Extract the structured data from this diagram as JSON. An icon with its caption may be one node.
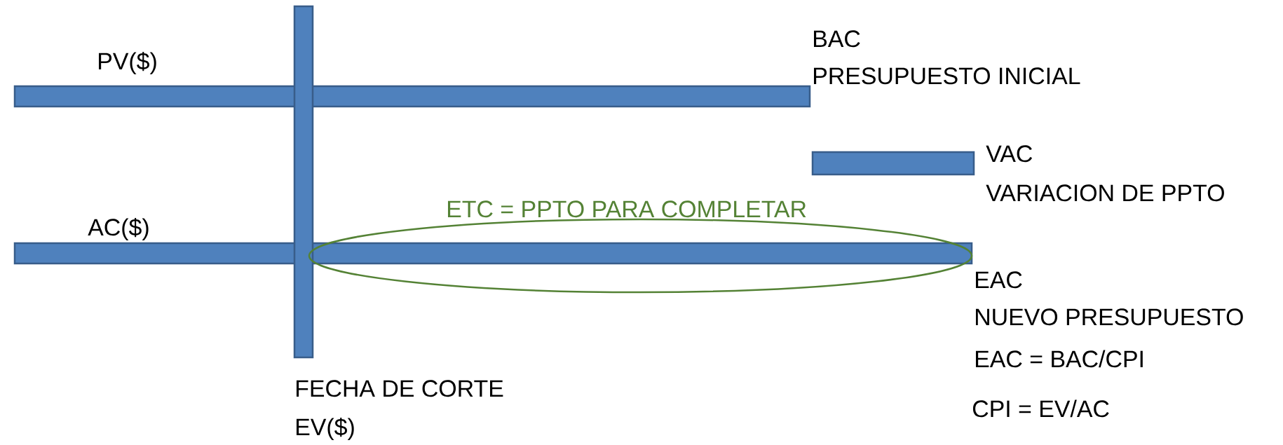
{
  "diagram": {
    "nodes": [
      {
        "text": [],
        "shape": "bar",
        "beside": [
          "PV($)",
          "BAC",
          "PRESUPUESTO INICIAL"
        ]
      },
      {
        "text": [],
        "shape": "bar",
        "beside": [
          "VAC",
          "VARIACION DE PPTO"
        ]
      },
      {
        "text": [],
        "shape": "bar",
        "beside": [
          "AC($)",
          "EAC",
          "NUEVO PRESUPUESTO",
          "EAC = BAC/CPI"
        ]
      },
      {
        "text": [],
        "shape": "bar",
        "beside": [
          "FECHA DE CORTE",
          "EV($)"
        ]
      },
      {
        "text": [],
        "shape": "ellipse",
        "beside": [
          "ETC = PPTO PARA COMPLETAR"
        ]
      }
    ],
    "labels": [
      "CPI = EV/AC"
    ]
  }
}
